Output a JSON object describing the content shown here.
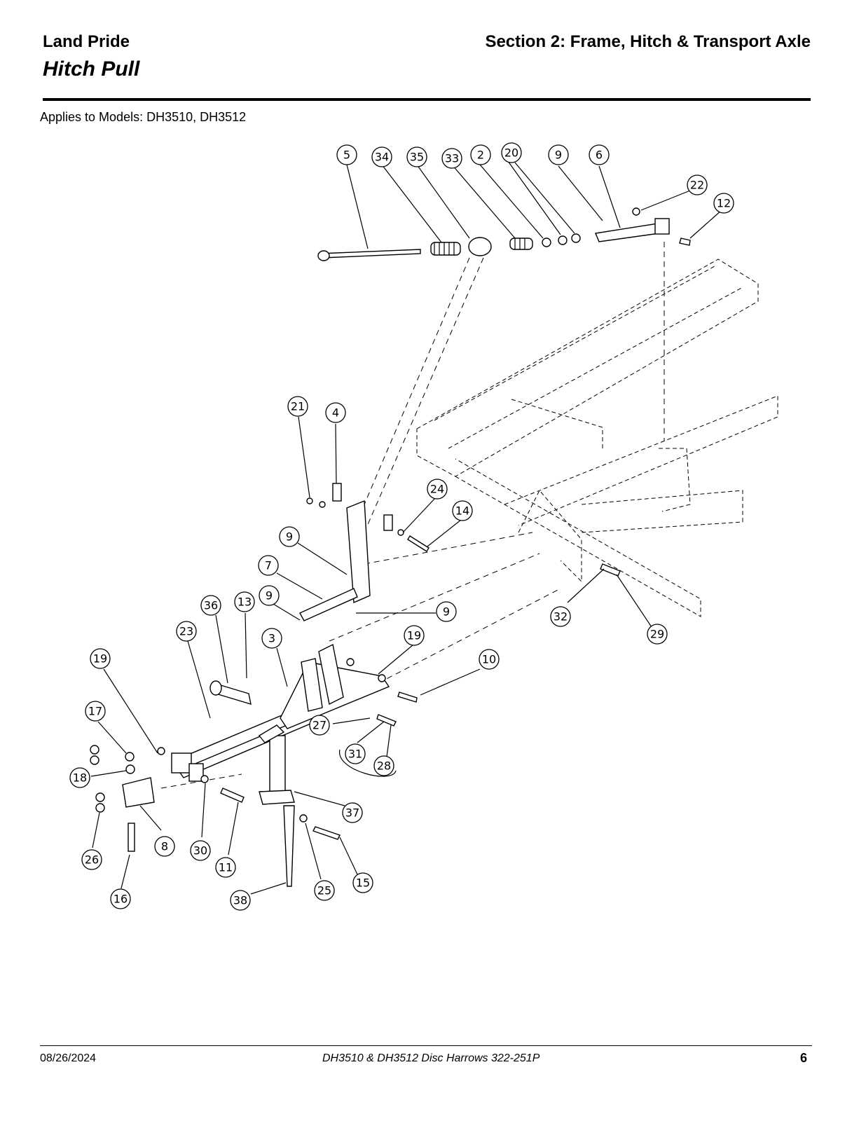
{
  "header": {
    "brand": "Land Pride",
    "section": "Section 2: Frame, Hitch & Transport Axle",
    "title": "Hitch Pull"
  },
  "applies_to": "Applies to Models: DH3510, DH3512",
  "callouts": [
    "5",
    "34",
    "35",
    "33",
    "2",
    "20",
    "9",
    "6",
    "22",
    "12",
    "21",
    "4",
    "24",
    "14",
    "9",
    "7",
    "9",
    "9",
    "36",
    "13",
    "23",
    "3",
    "19",
    "19",
    "10",
    "17",
    "18",
    "27",
    "31",
    "28",
    "32",
    "29",
    "8",
    "26",
    "16",
    "30",
    "11",
    "37",
    "38",
    "25",
    "15"
  ],
  "footer": {
    "date": "08/26/2024",
    "document": "DH3510 & DH3512  Disc Harrows  322-251P",
    "page": "6"
  }
}
